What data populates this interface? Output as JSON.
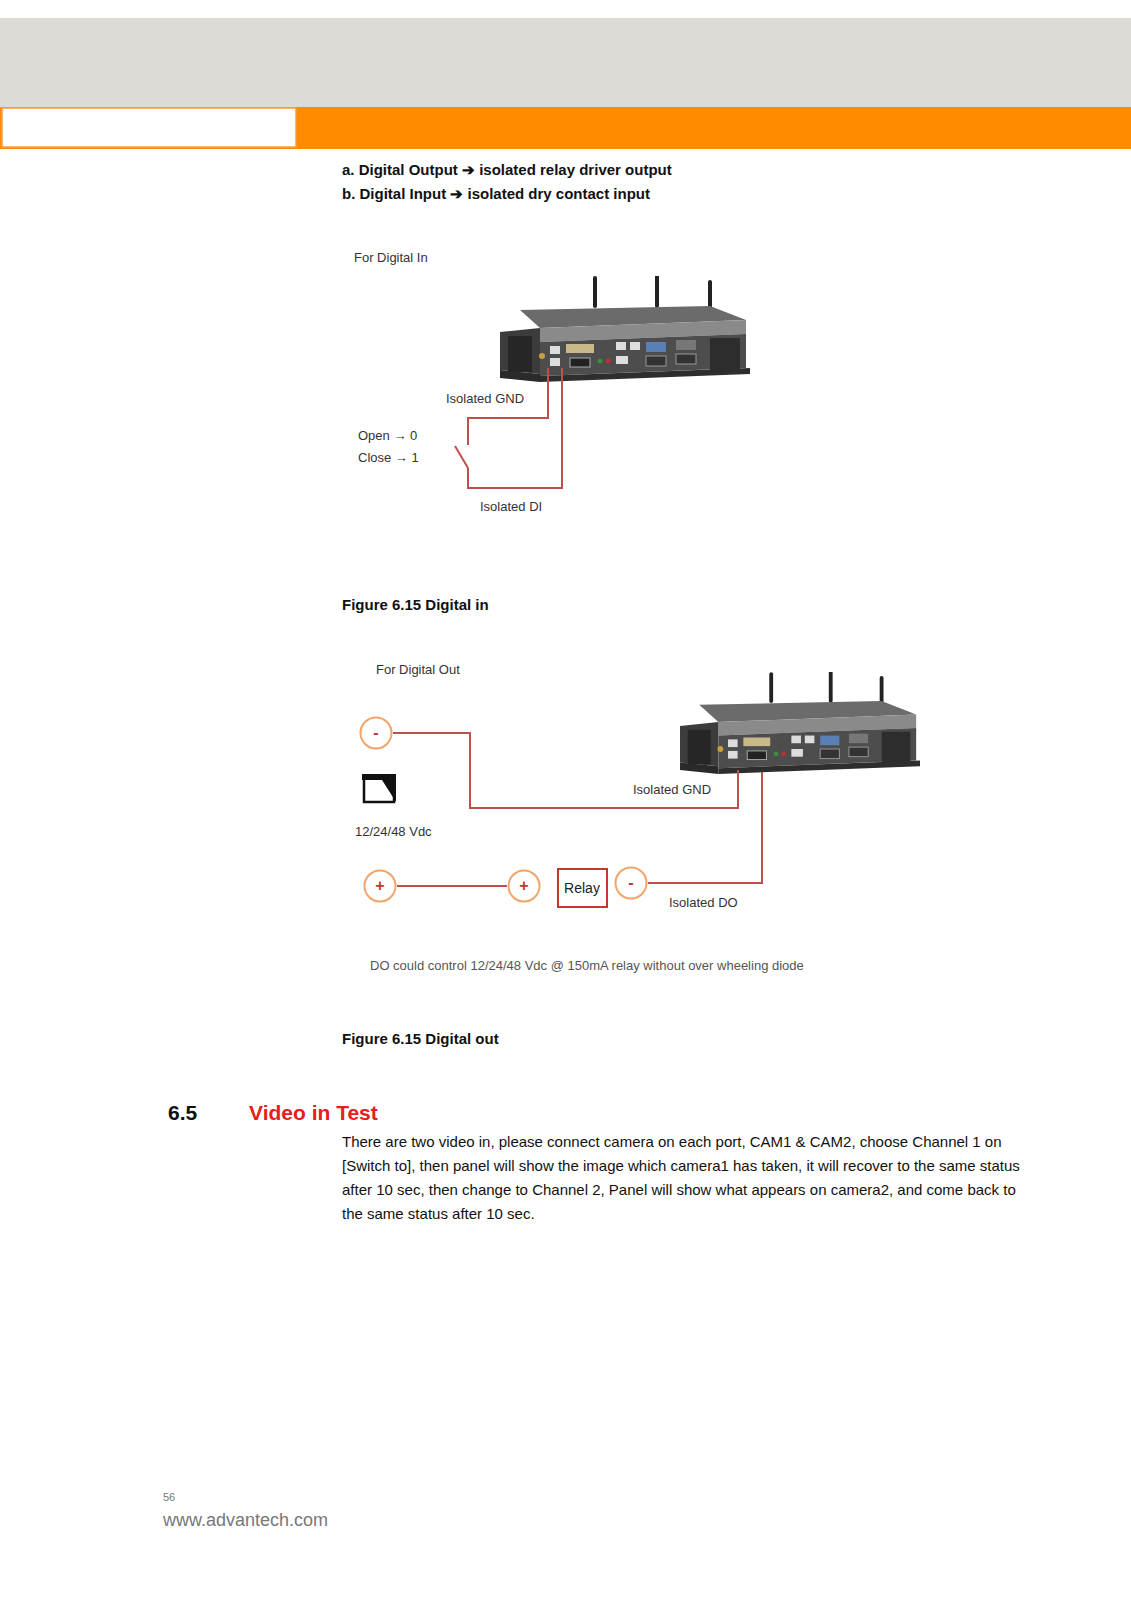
{
  "diagram": {
    "nodes": [
      {
        "text": [
          "-"
        ]
      },
      {
        "text": [
          "+"
        ]
      },
      {
        "text": [
          "+"
        ]
      },
      {
        "text": [
          "Relay"
        ]
      },
      {
        "text": [
          "-"
        ]
      }
    ],
    "edges": [
      {
        "from": 1,
        "to": 2,
        "arrow": "none"
      }
    ],
    "labels": [
      "a. Digital Output ➔ isolated relay driver output",
      "b. Digital Input ➔ isolated dry contact input",
      "For Digital In",
      "Isolated GND",
      "Open → 0",
      "Close → 1",
      "Isolated DI",
      "Figure 6.15 Digital in",
      "For Digital Out",
      "12/24/48 Vdc",
      "Isolated GND",
      "Isolated DO",
      "DO could control 12/24/48 Vdc @ 150mA relay without over wheeling diode",
      "Figure 6.15 Digital out",
      "6.5",
      "Video in Test",
      "There are two video in, please connect camera on each port, CAM1 & CAM2, choose Channel 1 on [Switch to], then panel will show the image which camera1 has taken, it will recover to the same status after 10 sec, then change to Channel 2, Panel will show what appears on camera2, and come back to the same status after 10 sec.",
      "56",
      "www.advantech.com"
    ]
  }
}
